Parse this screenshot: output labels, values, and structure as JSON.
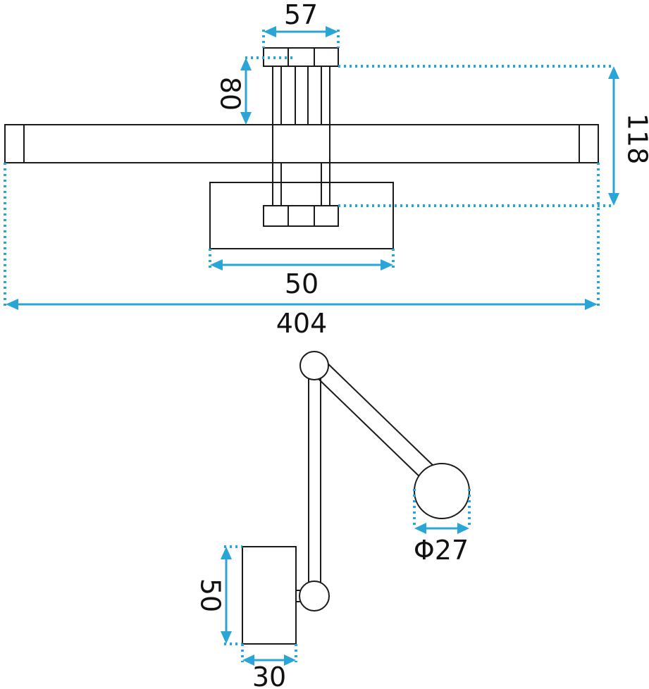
{
  "dimensions": {
    "mount_width": "57",
    "mount_height": "80",
    "total_height": "118",
    "base_width": "50",
    "total_width": "404",
    "head_diameter": "Φ27",
    "side_height": "50",
    "side_depth": "30"
  },
  "colors": {
    "outline": "#1a1a1a",
    "dimension": "#2aa6d6"
  }
}
